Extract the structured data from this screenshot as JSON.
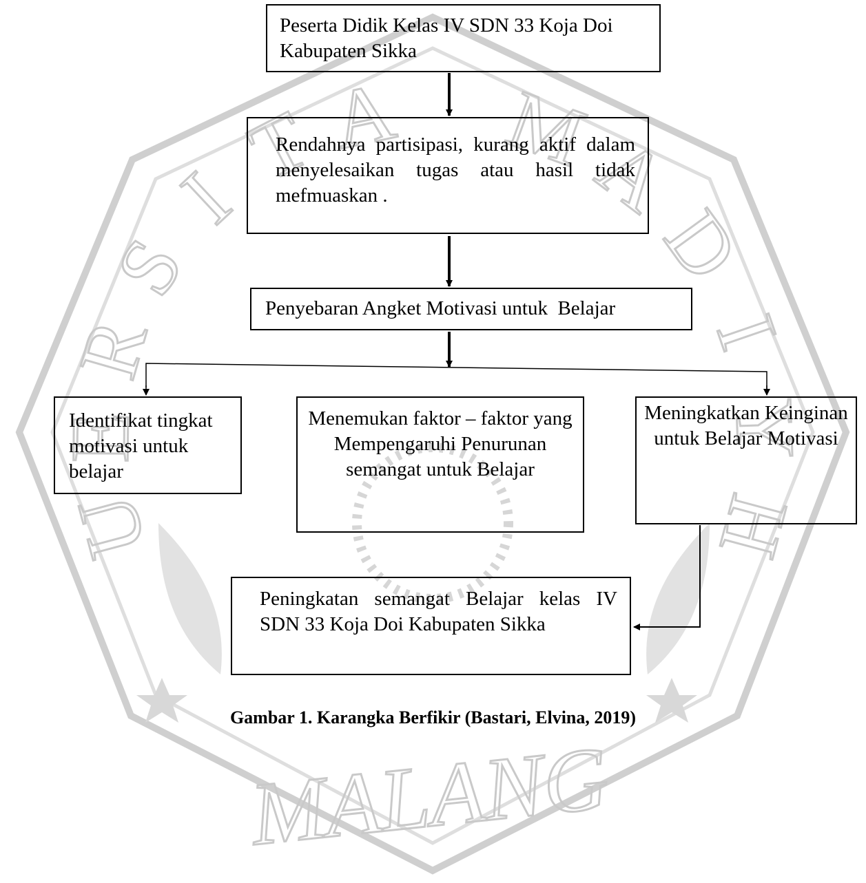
{
  "boxes": {
    "peserta": "Peserta Didik Kelas IV SDN 33 Koja Doi Kabupaten Sikka",
    "rendah": "Rendahnya partisipasi, kurang aktif dalam menyelesaikan tugas atau hasil tidak mefmuaskan .",
    "angket": "Penyebaran Angket Motivasi untuk  Belajar",
    "identifikasi": "Identifikat tingkat motivasi untuk belajar",
    "faktor": "Menemukan faktor – faktor yang Mempengaruhi Penurunan semangat untuk Belajar",
    "meningkatkan": "Meningkatkan Keinginan untuk Belajar Motivasi",
    "peningkatan": "Peningkatan semangat Belajar kelas IV SDN 33 Koja Doi Kabupaten Sikka"
  },
  "caption": "Gambar 1. Karangka Berfikir (Bastari, Elvina, 2019)",
  "watermark": {
    "word_bottom": "MALANG",
    "letters_left": [
      "U",
      "E",
      "R",
      "S",
      "I",
      "T",
      "A"
    ],
    "letters_right": [
      "M",
      "A",
      "D",
      "I",
      "Y",
      "H"
    ]
  },
  "colors": {
    "watermark": "#c9c9c9",
    "line": "#000000"
  }
}
